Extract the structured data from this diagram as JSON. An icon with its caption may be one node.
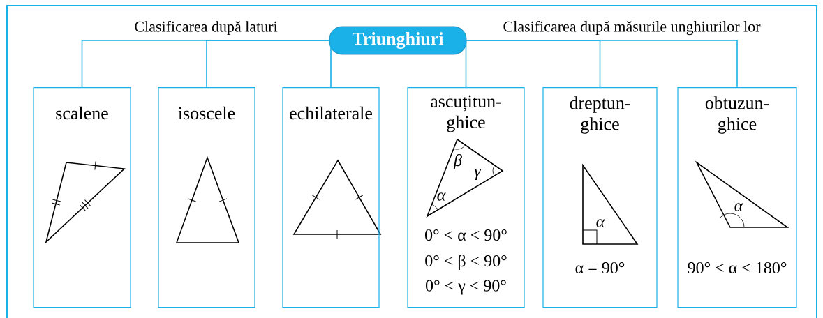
{
  "diagram": {
    "nodes": [
      {
        "text": [
          "Triunghiuri"
        ]
      },
      {
        "text": [
          "scalene"
        ]
      },
      {
        "text": [
          "isoscele"
        ]
      },
      {
        "text": [
          "echilaterale"
        ]
      },
      {
        "text": [
          "ascuțitun-ghice",
          "0° < α < 90°",
          "0° < β < 90°",
          "0° < γ < 90°"
        ]
      },
      {
        "text": [
          "dreptun-ghice",
          "α = 90°"
        ]
      },
      {
        "text": [
          "obtuzun-ghice",
          "90° < α < 180°"
        ]
      }
    ],
    "edges": [
      {
        "from": 0,
        "to": 1,
        "arrow": "none"
      },
      {
        "from": 0,
        "to": 2,
        "arrow": "none"
      },
      {
        "from": 0,
        "to": 3,
        "arrow": "none"
      },
      {
        "from": 0,
        "to": 4,
        "arrow": "none"
      },
      {
        "from": 0,
        "to": 5,
        "arrow": "none"
      },
      {
        "from": 0,
        "to": 6,
        "arrow": "none"
      }
    ],
    "labels": [
      "Clasificarea după laturi",
      "Clasificarea după măsurile unghiurilor lor",
      "β",
      "γ",
      "α",
      "α",
      "α"
    ]
  }
}
